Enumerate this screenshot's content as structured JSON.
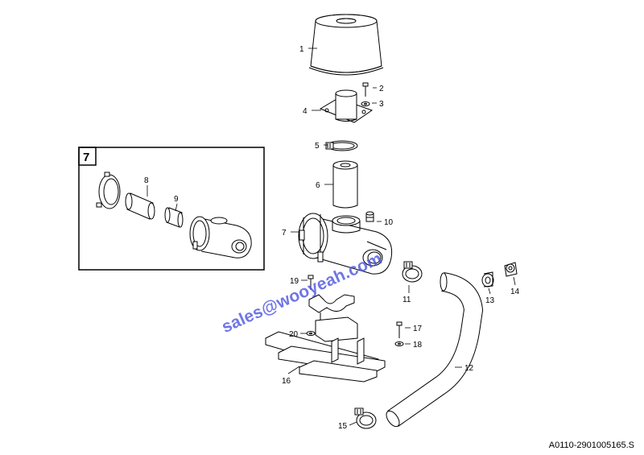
{
  "drawing_code": "A0110-2901005165.S",
  "watermark": "sales@wooyeah.com",
  "detail_box": {
    "number": "7"
  },
  "parts": {
    "p1": "1",
    "p2": "2",
    "p3": "3",
    "p4": "4",
    "p5": "5",
    "p6": "6",
    "p7": "7",
    "p8": "8",
    "p9": "9",
    "p10": "10",
    "p11": "11",
    "p12": "12",
    "p13": "13",
    "p14": "14",
    "p15": "15",
    "p16": "16",
    "p17": "17",
    "p18": "18",
    "p19": "19",
    "p20": "20"
  },
  "colors": {
    "line": "#000000",
    "watermark": "#4650dc"
  }
}
